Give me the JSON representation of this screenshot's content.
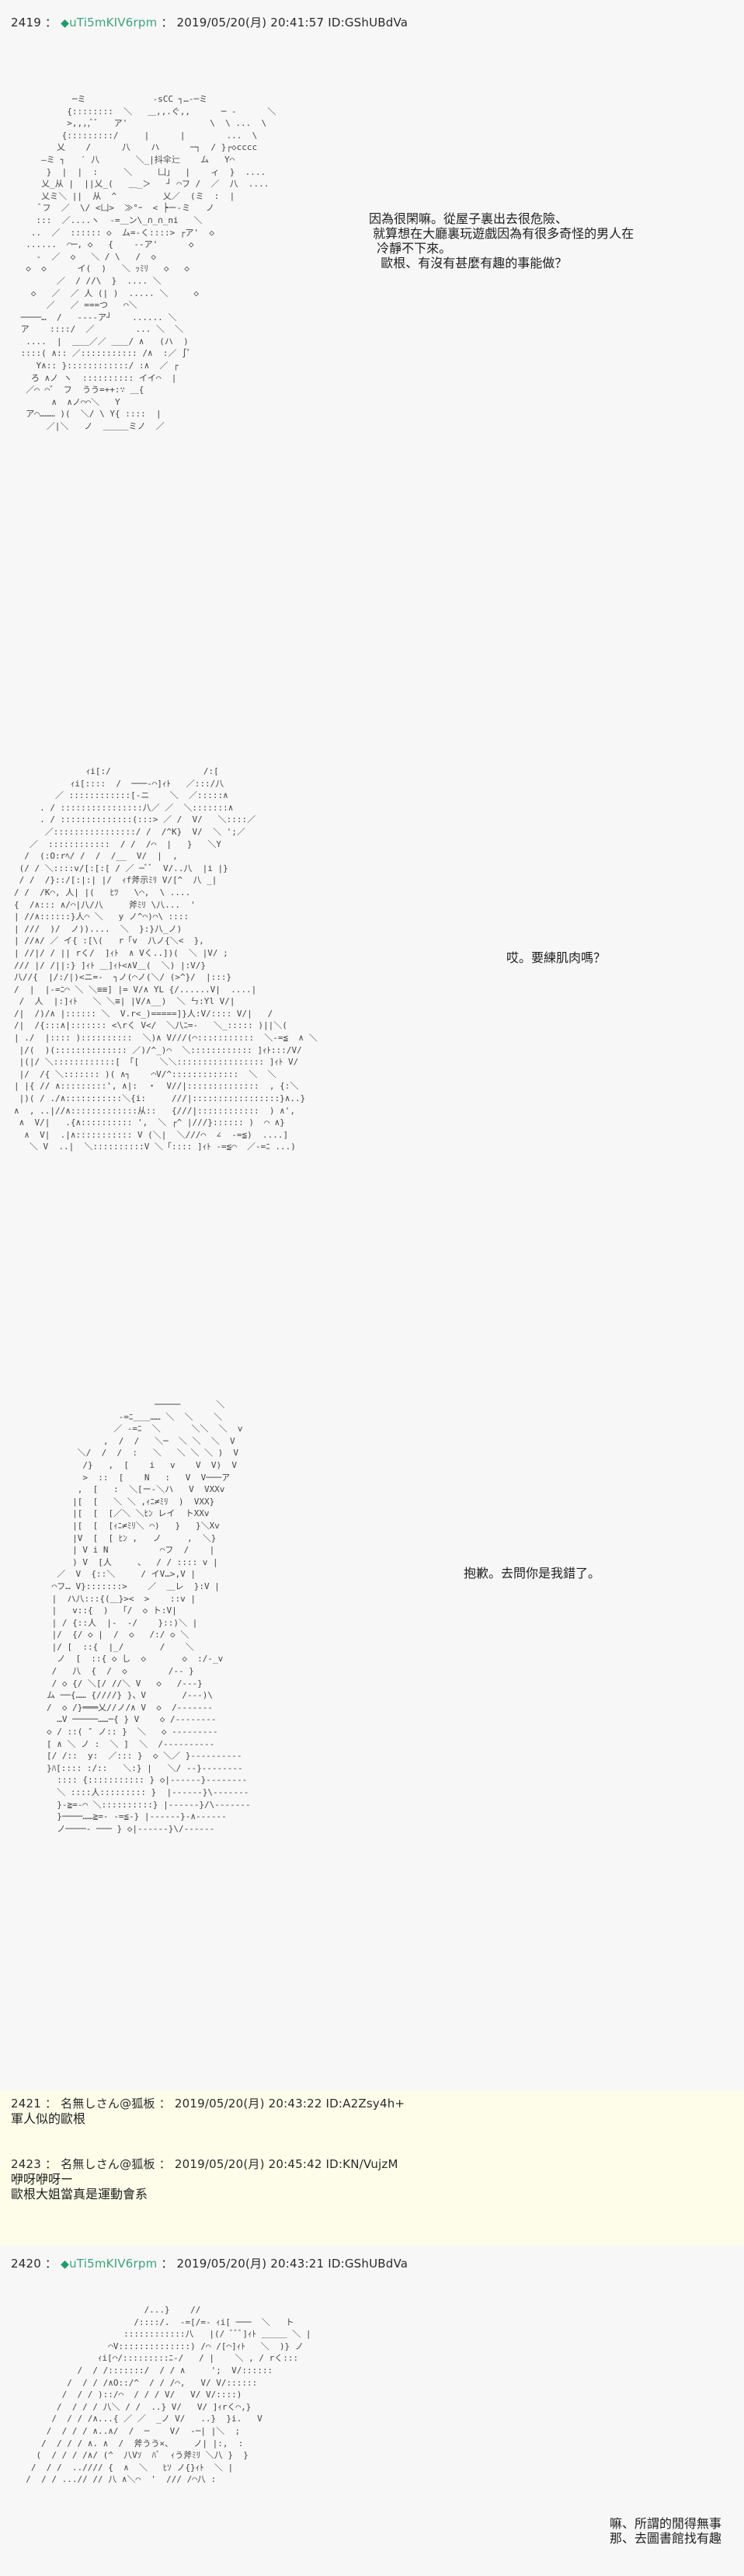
{
  "posts": [
    {
      "number": "2419",
      "separator": "：",
      "trip_icon": "◆",
      "trip": "uTi5mKIV6rpm",
      "date": "2019/05/20(月) 20:41:57",
      "id": "ID:GShUBdVa",
      "panels": [
        {
          "dialogue": "因為很閑嘛。從屋子裏出去很危險、\n 就算想在大廳裏玩遊戲因為有很多奇怪的男人在\n  冷靜不下來。\n   歐根、有沒有甚麼有趣的事能做？"
        }
      ]
    },
    {
      "number": "",
      "panels": [
        {
          "dialogue": "哎。要練肌肉嗎？"
        },
        {
          "dialogue": "抱歉。去問你是我錯了。"
        }
      ]
    }
  ],
  "replies": [
    {
      "number": "2421",
      "separator": "：",
      "name": "名無しさん@狐板",
      "date": "2019/05/20(月) 20:43:22",
      "id": "ID:A2Zsy4h+",
      "body": "軍人似的歐根"
    },
    {
      "number": "2423",
      "separator": "：",
      "name": "名無しさん@狐板",
      "date": "2019/05/20(月) 20:45:42",
      "id": "ID:KN/VujzM",
      "body": "咿呀咿呀ー\n歐根大姐當真是運動會系"
    }
  ],
  "post_2420": {
    "number": "2420",
    "separator": "：",
    "trip_icon": "◆",
    "trip": "uTi5mKIV6rpm",
    "date": "2019/05/20(月) 20:43:21",
    "id": "ID:GShUBdVa",
    "dialogue": "嘛、所謂的閒得無事\n那、去圖書館找有趣"
  },
  "ascii_art": {
    "panel1": "           ─ミ             ‐sCC ┐…‐─ミ\n          {::::::::  ＼   ＿,,.ぐ,,      ─ ‐      ＼\n          >,,,,ﾞﾞ   ア'                \\  \\ ...  \\\n         {:::::::::/     |      |        ...  \\\n        乂    /      八    ハ      ─┐  / }┌◇cccc\n     ―ミ ┐   ′ 八       ＼_|抖伞辷    ム   Y⌒\n      }  |  |  :     ＼     凵」  |    ィ  }  ....\n     乂_从 |  ||乂_(   ＿_＞   ┘ ⌒フ /  ／  八  ....\n     乂ミ＼ ||  从  ^         乂／  (ミ  :  |\n     ﾞフ  ／  \\/ <凵>  ≫°ｰ  < ┝ー‐ミ   ノ\n    :::  ／....ヽ  ‐=＿ン\\_∩_∩_ni   ＼\n   ..  ／  :::::: ◇  ム=‐く::::> ┌ア'  ◇\n  ......  ⌒─, ◇   {    ‐‐ア'      ◇\n    ‐  ／  ◇   ＼ / \\   /  ◇\n  ◇  ◇      イ(  )   ＼ ｯﾐﾘ   ◇   ◇\n        ／  / //\\  }  .... ＼\n   ◇   ／  ／ 人 (| )  ..... ＼     ◇\n      ／   ／ ===つ   ⌒＼\n ────…  /   ----ア┘    ...... ＼\n ア    ::::/  ／        ... ＼  ＼\n  ....  |  ＿＿／／ ＿＿/ ∧   (ハ  )\n ::::( ∧:: ／::::::::::: /∧  :／ ∫゜\n    Y∧:: }::::::::::::/ :∧  ／ ┌\n   ろ ∧ノ ヽ  :::::::::: イイ⌒  |\n  ／⌒ ⌒゛ フ  うう=++:∵ ＿{\n       ∧  ∧ノ⌒⌒＼   Y\n  ア⌒……… )(  ＼/ \\ Y{ ::::  |\n      ／|＼   ノ  ＿＿＿ミノ  ／",
    "panel2": "              ｨi[:/                  /:[\n           ｨi[::::  /  ───‐⌒]ｨﾄ   ／:::/八\n        ／ ::::::::::::[‐ニ    ＼  ／:::::∧\n     . / ::::::::::::::::八／ ／  ＼:::::::∧\n     . / ::::::::::::::(:::> ／ /  V/   ＼::::／\n      ／::::::::::::::::/ /  /^K}  V/  ＼ ';／\n   ／  ::::::::::::  / /  /⌒  |   }   ＼Y\n  /  (:O:rﾍ/ /  /  /__  V/  |  ,\n (/ / ＼::::v/[:[:[ / ／ ─ﾞﾞ  V/..八  |i |}\n / /  /}::/[:|:| |/  ｨf斧示ﾐﾘ V/[^  八 _|\n/ /  /K⌒, 人| |(   ﾋﾂ   \\⌒,  \\ ....\n{  /∧::: ∧/⌒|八/八     斧ﾐﾘ \\八...  '\n| //∧::::::}人⌒ ＼   y ノ^⌒)⌒\\ ::::\n| ///  )/  ノ))....  ＼  }:}八_ノ)\n| //∧/ ／ イ{ :[\\(   r「v  八ノ{＼<  },\n| //|/ / || rく/  ]ｨﾄ  ∧ Vく..])(  ＼ |V/ ;\n/// |/ /||:} ]ｨﾄ ＿]ｨﾄ<∧V＿(  ＼) |:V/}\n八//{  |/:/|)<ニ=‐  ┐ノ(⌒ノ(＼/ (>^}/  |:::}\n/  |  |-=ﾆ⌒ ＼ ＼≡≡] |= V/∧ YL {/......V|  ....|\n /  人  |:]ｨﾄ   ＼ ＼≡| |V/∧__)  ＼ ㄣ:Yl V/|\n/|  /)/∧ |:::::: ＼  V.r<_)=====]}人:V/:::: V/|   /\n/|  /{:::∧|::::::: <\\rく V</  ＼八ﾆ=-   ＼_::::: )||＼(\n| ./  |:::: )::::::::::  ＼)∧ V///(⌒:::::::::::  ＼‐=≦  ∧ ＼\n |/(  )(:::::::::::::: ／)/^_)⌒  ＼:::::::::::: ]ｨﾄ:::/V/\n |(|/ ＼::::::::::::[ 「[    ＼＼::::::::::::::::: ]ｨﾄ V/\n |/  /{ ＼::::::: )( ∧┐    ⌒V/^:::::::::::::  ＼  ＼\n| |{ // ∧:::::::::', ∧|:  ・  V//|::::::::::::::  , {:＼\n |)( / ./∧:::::::::::＼{i:     ///|:::::::::::::::::}∧..}\n∧  , ..|//∧:::::::::::::从::   {///|::::::::::::  ) ∧',\n ∧  V/|   .{∧:::::::::: ',  ＼ ┌^ |///}:::::: )  ⌒ ∧}\n  ∧  V|  .|∧::::::::::: V (＼|  ＼///⌒  ∠  ‐=≦)  ....]\n   ＼ V  ..|  ＼::::::::::V ＼「:::: ]ｨﾄ -=≦⌒  ／‐=ﾆ ...)",
    "panel3": "                     ─────       ＼\n              ‐=ﾆ＿＿…… ＼  ＼    ＼\n             ／ ‐=ﾆ  ＼      ＼＼  ＼  v\n           ,  /  /   ＼─  ＼ ＼  ＼  V\n      ＼/  /  /  :   ＼   ＼ ＼ ＼ )  V\n       /}   ,  [    i   v    V  V)  V\n       >  ::  [    N   :   V  V───ア\n      ,  [   :  ＼[ー‐＼ハ   V  VXXv\n     |[  [   ＼ ＼ ,ｨﾆ≠ﾐﾘ  )  VXX}\n     |[  [  [／＼ ＼ﾋﾝ レイ  トXXv\n     |[  [  [ｨﾆ≠ﾐﾘ＼ ⌒)   }   }＼Xv\n     |V  [  [ ﾋﾝ ,   ノ     ,  ＼}\n     | V i N          ⌒フ  /    |\n     ) V  [人     、  / / :::: v |\n  ／  V  {::＼     / イV…>,V |\n ⌒フ… V}:::::::>    ／  ＿レ  }:V |\n |  ハ八:::{(＿}><  >    ::v |\n |   v::{  )  「/  ◇ ト:V|\n | / {::人  |-  -/    }::)＼ |\n |/  {/ ◇ |  /  ◇   /:/ ◇ ＼\n |/ [  ::{  |_/       /    ＼\n  ノ  [  ::{ ◇ し  ◇       ◇  :/-_v\n /   八  {  /  ◇        /-- }\n / ◇ {/ ＼[/ //＼ V   ◇   /---}\nム ──{…… {////} }、V       /---)\\\n/  ◇ /}═══乂//ノ/∧ V  ◇  /-------\n  …V ─────……─{ } V    ◇ /--------\n◇ / ::( ″ ノ:: }  ＼   ◇ ---------\n[ ∧ ＼ ノ :  ＼ ]  ＼  /----------\n[/ /::  y:  ／::: }  ◇ ＼／ }----------\n}ﾊ[:::: :/::   ＼:} |   ＼/ ‐‐}--------\n  :::: {::::::::::: } ◇|------}--------\n  ＼ ::::人::::::::: }  |------}\\-------\n  }‐≧=‐⌒ ＼::::::::::} |------}/\\-------\n  }────……≧=‐ ‐=≦‐} |------}‐∧------\n  ノ────‐ ─── } ◇|------}\\/------",
    "panel4": "                         /...}    //\n                       /::::/.  ‐=[/=‐ ｨi[ ───  ＼   ト\n                     ::::::::::::八   |(/ ﾞﾞﾞ]ｨﾄ ＿＿＿ ＼ |\n                  ⌒V::::::::::::::) /⌒ /[⌒]ｨﾄ   ＼  )} ノ\n                ｨi[⌒/:::::::::ﾆ‐/   / |    ＼ , / rく:::\n            /  / /:::::::/  / / ∧     ';  V/::::::\n          /  / / /∧O::/^  / / /⌒,   V/ V/::::::\n         /  / / )::/⌒  / / / V/   V/ V/::::)\n        /  / / / 八＼ / /  ..} V/   V/ ]ｨrく⌒,}\n       /  / / /∧...{ ／ ／  _ノ V/   ..}  }i.   V\n      /  / / / ∧..∧/  /  ─    V/  ‐─| |＼  ;\n     /  / / / ∧. ∧  /  斧うう×、    ノ| |:,  :\n    (  / / / /∧/ (^  八Vｿ  ﾊﾞ  ｨう斧ﾐﾘ ＼八 }  }\n   /  / /  ..//// {  ∧  ＼   ﾋｿ ノ{}ｨﾄ  ＼ |\n  /  / / ...// // 八 ∧＼⌒  '  /// /⌒八 :"
  },
  "colors": {
    "background": "#f7f7f8",
    "reply_band": "#fdfdea",
    "trip_green": "#1f9c6a",
    "text": "#222222"
  }
}
